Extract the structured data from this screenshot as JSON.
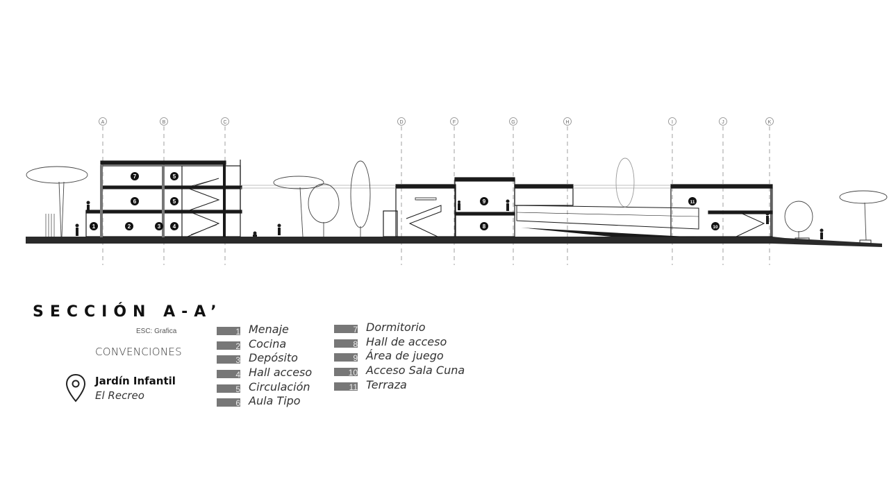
{
  "title": "SECCIÓN A-A’",
  "scale_note": "ESC: Grafica",
  "conventions_label": "CONVENCIONES",
  "project": {
    "name": "Jardín Infantil",
    "subtitle": "El Recreo",
    "icon": "location-pin-icon"
  },
  "axes": [
    "A",
    "B",
    "C",
    "D",
    "F",
    "G",
    "H",
    "I",
    "J",
    "K"
  ],
  "room_markers": [
    "1",
    "2",
    "3",
    "4",
    "5",
    "5",
    "6",
    "7",
    "8",
    "9",
    "10",
    "11"
  ],
  "legend_left": [
    {
      "num": "1",
      "label": "Menaje"
    },
    {
      "num": "2",
      "label": "Cocina"
    },
    {
      "num": "3",
      "label": "Depósito"
    },
    {
      "num": "4",
      "label": "Hall acceso"
    },
    {
      "num": "5",
      "label": "Circulación"
    },
    {
      "num": "6",
      "label": "Aula Tipo"
    }
  ],
  "legend_right": [
    {
      "num": "7",
      "label": "Dormitorio"
    },
    {
      "num": "8",
      "label": "Hall de acceso"
    },
    {
      "num": "9",
      "label": "Área de juego"
    },
    {
      "num": "10",
      "label": "Acceso Sala Cuna"
    },
    {
      "num": "11",
      "label": "Terraza"
    }
  ],
  "colors": {
    "ink": "#1a1a1a",
    "legend_swatch": "#777777",
    "ground": "#2a2a2a"
  }
}
